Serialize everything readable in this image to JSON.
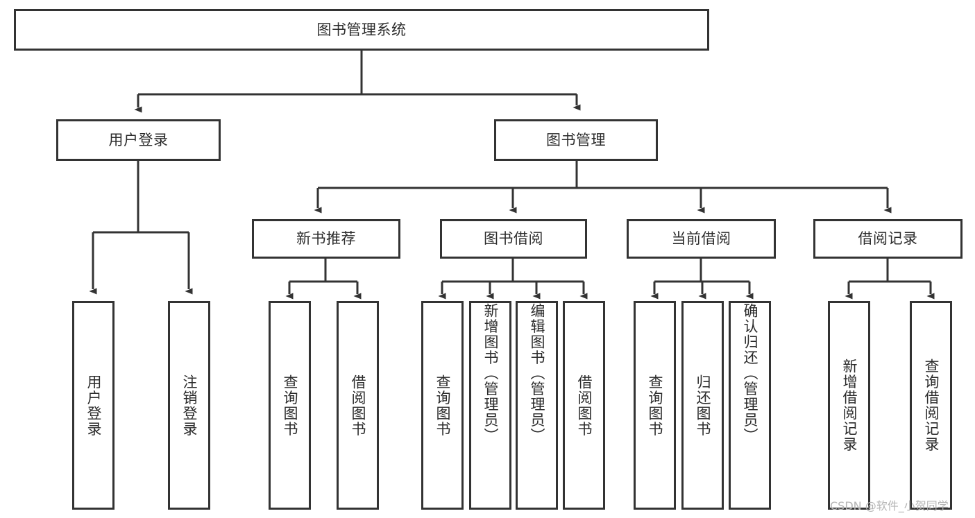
{
  "diagram": {
    "title": "图书管理系统",
    "type": "tree-hierarchy-diagram",
    "root": {
      "id": "root",
      "label": "图书管理系统"
    },
    "level1": [
      {
        "id": "user-login",
        "label": "用户登录"
      },
      {
        "id": "book-manage",
        "label": "图书管理"
      }
    ],
    "level2": [
      {
        "id": "new-book-recommend",
        "label": "新书推荐",
        "parent": "book-manage"
      },
      {
        "id": "book-borrow",
        "label": "图书借阅",
        "parent": "book-manage"
      },
      {
        "id": "current-borrow",
        "label": "当前借阅",
        "parent": "book-manage"
      },
      {
        "id": "borrow-record",
        "label": "借阅记录",
        "parent": "book-manage"
      }
    ],
    "leaves": [
      {
        "id": "leaf-user-login",
        "label": "用户登录",
        "parent": "user-login"
      },
      {
        "id": "leaf-logout-login",
        "label": "注销登录",
        "parent": "user-login"
      },
      {
        "id": "leaf-query-book-1",
        "label": "查询图书",
        "parent": "new-book-recommend"
      },
      {
        "id": "leaf-borrow-book-1",
        "label": "借阅图书",
        "parent": "new-book-recommend"
      },
      {
        "id": "leaf-query-book-2",
        "label": "查询图书",
        "parent": "book-borrow"
      },
      {
        "id": "leaf-add-book",
        "label": "新增图书（管理员）",
        "parent": "book-borrow"
      },
      {
        "id": "leaf-edit-book",
        "label": "编辑图书（管理员）",
        "parent": "book-borrow"
      },
      {
        "id": "leaf-borrow-book-2",
        "label": "借阅图书",
        "parent": "book-borrow"
      },
      {
        "id": "leaf-query-book-3",
        "label": "查询图书",
        "parent": "current-borrow"
      },
      {
        "id": "leaf-return-book",
        "label": "归还图书",
        "parent": "current-borrow"
      },
      {
        "id": "leaf-confirm-return",
        "label": "确认归还（管理员）",
        "parent": "current-borrow"
      },
      {
        "id": "leaf-add-record",
        "label": "新增借阅记录",
        "parent": "borrow-record"
      },
      {
        "id": "leaf-query-record",
        "label": "查询借阅记录",
        "parent": "borrow-record"
      }
    ],
    "colors": {
      "stroke": "#333333",
      "text": "#2b2b2b",
      "background": "#ffffff",
      "watermark": "#b4b4b4"
    }
  },
  "watermark": {
    "text": "CSDN @软件_小贺同学"
  }
}
